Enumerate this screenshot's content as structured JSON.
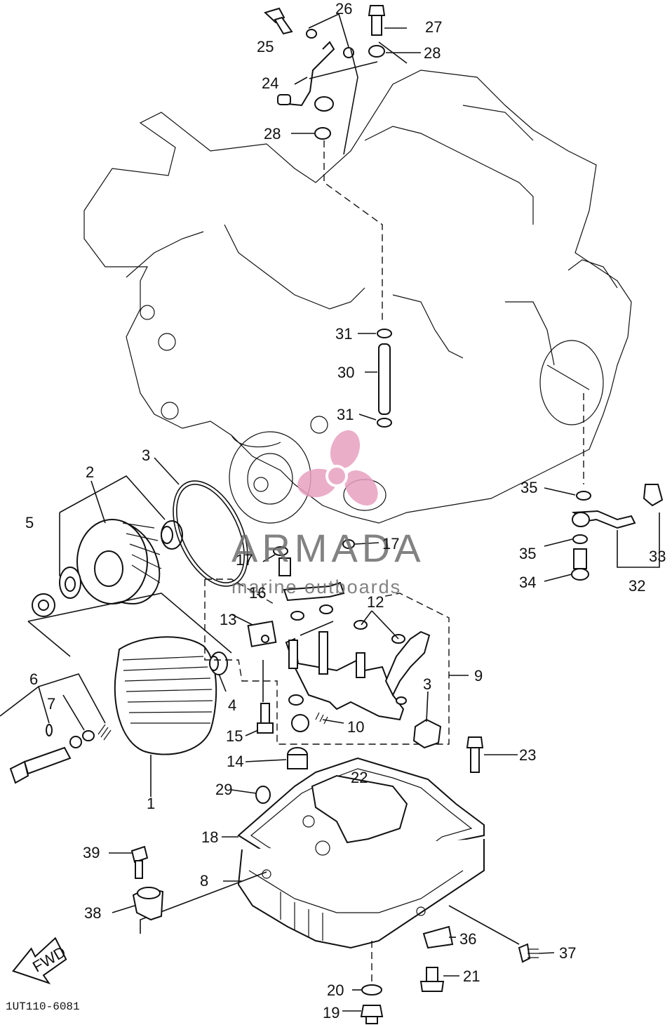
{
  "watermark": {
    "brand": "ARMADA",
    "tagline": "marine outboards",
    "brand_color": "#e8a0c0",
    "text_color": "#6d6d6d"
  },
  "diagram_code": "1UT110-6081",
  "direction_tag": "FWD",
  "callouts": [
    "1",
    "2",
    "3",
    "3",
    "4",
    "5",
    "6",
    "7",
    "8",
    "9",
    "10",
    "12",
    "13",
    "14",
    "15",
    "16",
    "17",
    "17",
    "18",
    "19",
    "20",
    "21",
    "22",
    "23",
    "24",
    "25",
    "26",
    "27",
    "28",
    "28",
    "29",
    "30",
    "31",
    "31",
    "32",
    "33",
    "34",
    "35",
    "35",
    "36",
    "37",
    "38",
    "39"
  ]
}
